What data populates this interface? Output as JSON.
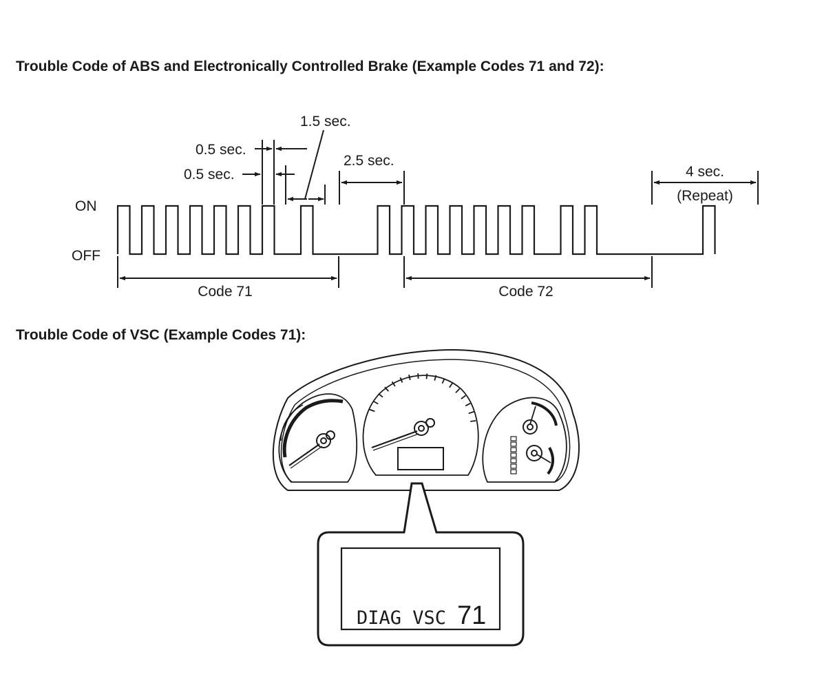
{
  "headings": {
    "abs": "Trouble Code of ABS and Electronically Controlled Brake (Example Codes 71 and 72):",
    "vsc": "Trouble Code of VSC (Example Codes 71):"
  },
  "timing": {
    "on_label": "ON",
    "off_label": "OFF",
    "labels": {
      "on_time": "0.5 sec.",
      "off_time": "0.5 sec.",
      "digit_gap": "1.5 sec.",
      "code_gap": "2.5 sec.",
      "repeat_gap": "4 sec.",
      "repeat_note": "(Repeat)"
    },
    "codes": [
      {
        "label": "Code 71",
        "tens_pulses": 7,
        "ones_pulses": 1
      },
      {
        "label": "Code 72",
        "tens_pulses": 7,
        "ones_pulses": 2
      }
    ]
  },
  "display": {
    "prefix": "DIAG VSC",
    "code": "71"
  },
  "colors": {
    "ink": "#1a1a1a",
    "background": "#ffffff"
  }
}
